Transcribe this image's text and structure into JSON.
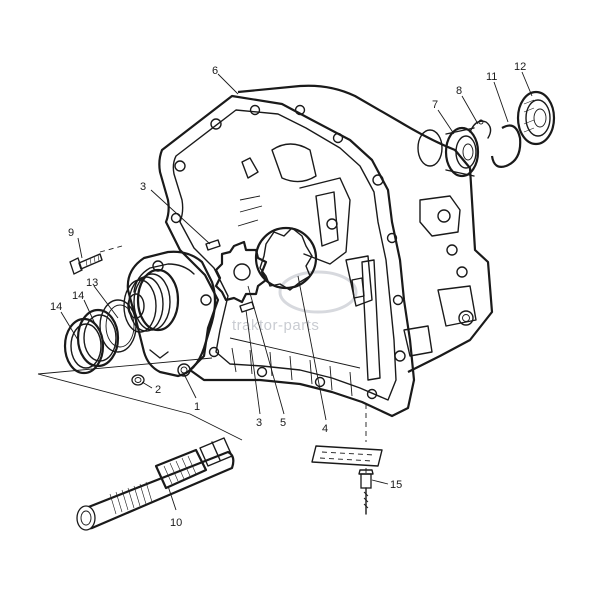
{
  "diagram": {
    "callouts": [
      {
        "id": "c1",
        "label": "1"
      },
      {
        "id": "c2",
        "label": "2"
      },
      {
        "id": "c3a",
        "label": "3"
      },
      {
        "id": "c3b",
        "label": "3"
      },
      {
        "id": "c4",
        "label": "4"
      },
      {
        "id": "c5",
        "label": "5"
      },
      {
        "id": "c6",
        "label": "6"
      },
      {
        "id": "c7",
        "label": "7"
      },
      {
        "id": "c8",
        "label": "8"
      },
      {
        "id": "c9",
        "label": "9"
      },
      {
        "id": "c10",
        "label": "10"
      },
      {
        "id": "c11",
        "label": "11"
      },
      {
        "id": "c12",
        "label": "12"
      },
      {
        "id": "c13",
        "label": "13"
      },
      {
        "id": "c14a",
        "label": "14"
      },
      {
        "id": "c14b",
        "label": "14"
      },
      {
        "id": "c15",
        "label": "15"
      }
    ],
    "watermark": "traktor-parts"
  }
}
